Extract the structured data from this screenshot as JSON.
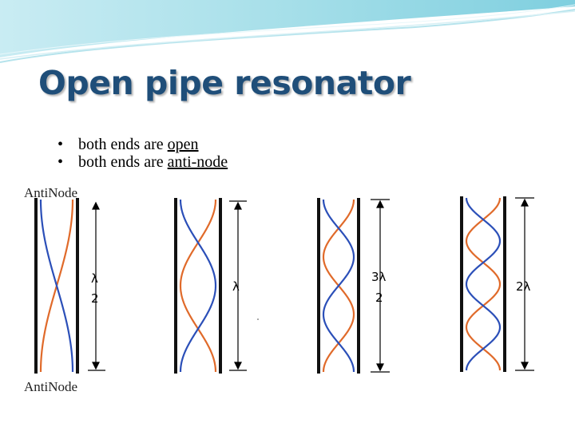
{
  "slide": {
    "title": "Open pipe resonator",
    "bullets": [
      {
        "text": "both ends are ",
        "emph": "open"
      },
      {
        "text": "both ends are ",
        "emph": "anti-node"
      }
    ]
  },
  "figure": {
    "top_label": "AntiNode",
    "bottom_label": "AntiNode",
    "panels": [
      {
        "harmonic": 1,
        "length_top": "λ",
        "length_bottom": "2"
      },
      {
        "harmonic": 2,
        "length_top": "λ",
        "length_bottom": ""
      },
      {
        "harmonic": 3,
        "length_top": "3λ",
        "length_bottom": "2"
      },
      {
        "harmonic": 4,
        "length_top": "2λ",
        "length_bottom": ""
      }
    ]
  },
  "colors": {
    "title": "#1f4e79",
    "wave_orange": "#e06a2a",
    "wave_blue": "#2b4fb8",
    "wall": "#111111",
    "header_teal": "#8fd3e0"
  }
}
